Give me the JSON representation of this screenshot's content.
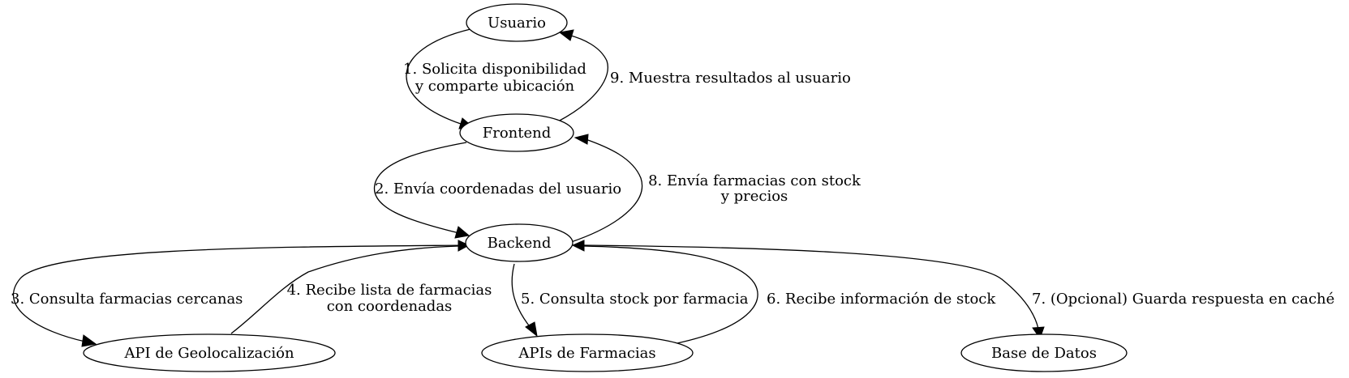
{
  "nodes": {
    "usuario": "Usuario",
    "frontend": "Frontend",
    "backend": "Backend",
    "geo": "API de Geolocalización",
    "farmacias": "APIs de Farmacias",
    "bd": "Base de Datos"
  },
  "edges": {
    "e1": {
      "line1": "1. Solicita disponibilidad",
      "line2": "y comparte ubicación"
    },
    "e2": {
      "line1": "2. Envía coordenadas del usuario"
    },
    "e3": {
      "line1": "3. Consulta farmacias cercanas"
    },
    "e4": {
      "line1": "4. Recibe lista de farmacias",
      "line2": "con coordenadas"
    },
    "e5": {
      "line1": "5. Consulta stock por farmacia"
    },
    "e6": {
      "line1": "6. Recibe información de stock"
    },
    "e7": {
      "line1": "7. (Opcional) Guarda respuesta en caché"
    },
    "e8": {
      "line1": "8. Envía farmacias con stock",
      "line2": "y precios"
    },
    "e9": {
      "line1": "9. Muestra resultados al usuario"
    }
  }
}
